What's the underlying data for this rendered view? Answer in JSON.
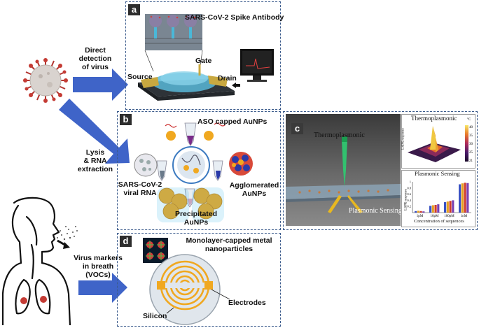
{
  "arrows": {
    "direct": [
      "Direct",
      "detection",
      "of virus"
    ],
    "lysis": [
      "Lysis",
      "& RNA",
      "extraction"
    ],
    "breath": [
      "Virus markers",
      "in breath",
      "(VOCs)"
    ]
  },
  "panel_a": {
    "letter": "a",
    "antibody_label": "SARS-CoV-2 Spike Antibody",
    "gate": "Gate",
    "source": "Source",
    "drain": "Drain"
  },
  "panel_b": {
    "letter": "b",
    "aso": "ASO capped AuNPs",
    "viral_rna": [
      "SARS-CoV-2",
      "viral RNA"
    ],
    "agglomerated": [
      "Agglomerated",
      "AuNPs"
    ],
    "precipitated": [
      "Precipitated",
      "AuNPs"
    ]
  },
  "panel_c": {
    "letter": "c",
    "thermo_label": "Thermoplasmonic",
    "plasmonic_label": "Plasmonic Sensing",
    "heatmap": {
      "title": "Thermoplasmonic",
      "ylabel": "LSPR response",
      "unit": "°C",
      "scale": [
        "40",
        "35",
        "30",
        "25",
        "21"
      ]
    },
    "bars": {
      "title": "Plasmonic Sensing",
      "ylabel": "LSPR response",
      "xlabel": "Concentration of sequences",
      "yticks": [
        "1",
        "0.8",
        "0.6",
        "0.4",
        "0.2"
      ],
      "categories": [
        "1pM",
        "10pM",
        "100pM",
        "1nM"
      ],
      "colors": [
        "#3a52c4",
        "#e5a020",
        "#d13c2c",
        "#7a3fb0"
      ],
      "values": [
        [
          0.05,
          0.06,
          0.05,
          0.04
        ],
        [
          0.22,
          0.24,
          0.25,
          0.27
        ],
        [
          0.34,
          0.36,
          0.38,
          0.4
        ],
        [
          0.92,
          0.95,
          0.97,
          0.96
        ]
      ]
    }
  },
  "panel_d": {
    "letter": "d",
    "title": [
      "Monolayer-capped metal",
      "nanoparticles"
    ],
    "silicon": "Silicon",
    "electrodes": "Electrodes"
  }
}
